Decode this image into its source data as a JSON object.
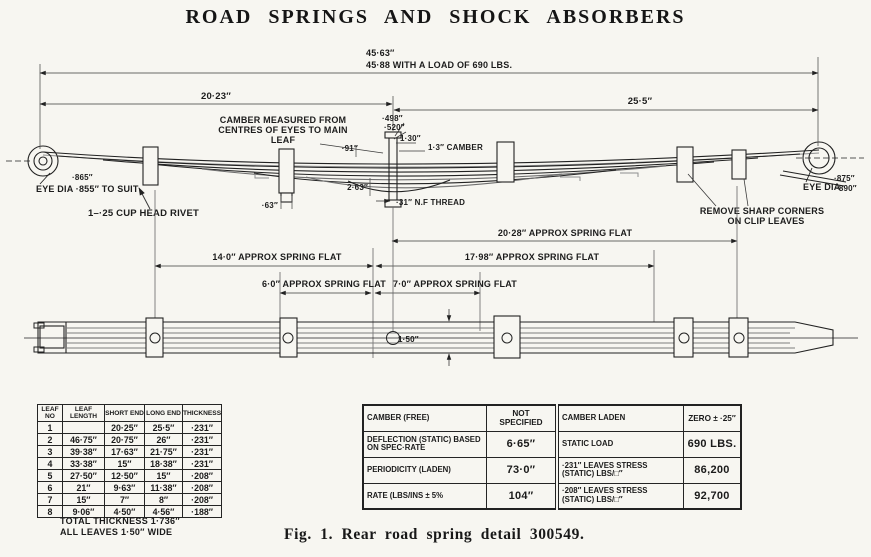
{
  "page": {
    "title": "ROAD SPRINGS AND SHOCK ABSORBERS",
    "caption": "Fig. 1.  Rear road spring detail 300549."
  },
  "drawing": {
    "dim_total_a": "45·63″",
    "dim_total_b": "45·88 WITH A LOAD OF 690 LBS.",
    "dim_left_half": "20·23″",
    "dim_right_half": "25·5″",
    "camber_note_l1": "CAMBER MEASURED FROM",
    "camber_note_l2": "CENTRES OF EYES TO MAIN",
    "camber_note_l3": "LEAF",
    "dim_498": "·498″",
    "dim_520": "·520″",
    "dim_130": "1·30″",
    "camber": "1·3″ CAMBER",
    "dim_91": "·91″",
    "dim_263": "2·63″",
    "thread": "·31″ N.F THREAD",
    "eye_left_dim": "·865″",
    "eye_left_label": "EYE DIA ·855″ TO SUIT",
    "rivet_label": "1–·25 CUP HEAD RIVET",
    "clip_dim": "·63″",
    "eye_right_dim_a": "·875″",
    "eye_right_dim_b": "·890″",
    "eye_right_label": "EYE DIA",
    "clip_note_l1": "REMOVE SHARP CORNERS",
    "clip_note_l2": "ON CLIP LEAVES",
    "flat_2028": "20·28″ APPROX SPRING FLAT",
    "flat_1798": "17·98″ APPROX SPRING FLAT",
    "flat_140": "14·0″ APPROX SPRING FLAT",
    "flat_60": "6·0″ APPROX SPRING FLAT",
    "flat_70": "7·0″ APPROX SPRING FLAT",
    "leaf_width": "1·50″"
  },
  "leaf_table": {
    "headers": [
      "LEAF NO",
      "LEAF LENGTH",
      "SHORT END",
      "LONG END",
      "THICKNESS"
    ],
    "rows": [
      [
        "1",
        "",
        "20·25″",
        "25·5″",
        "·231″"
      ],
      [
        "2",
        "46·75″",
        "20·75″",
        "26″",
        "·231″"
      ],
      [
        "3",
        "39·38″",
        "17·63″",
        "21·75″",
        "·231″"
      ],
      [
        "4",
        "33·38″",
        "15″",
        "18·38″",
        "·231″"
      ],
      [
        "5",
        "27·50″",
        "12·50″",
        "15″",
        "·208″"
      ],
      [
        "6",
        "21″",
        "9·63″",
        "11·38″",
        "·208″"
      ],
      [
        "7",
        "15″",
        "7″",
        "8″",
        "·208″"
      ],
      [
        "8",
        "9·06″",
        "4·50″",
        "4·56″",
        "·188″"
      ]
    ],
    "footnote_1": "TOTAL THICKNESS 1·736″",
    "footnote_2": "ALL LEAVES 1·50″ WIDE"
  },
  "spec_table": {
    "rows": [
      [
        "CAMBER (FREE)",
        "NOT SPECIFIED",
        "CAMBER LADEN",
        "ZERO ± ·25″"
      ],
      [
        "DEFLECTION (STATIC) BASED ON SPEC·RATE",
        "6·65″",
        "STATIC LOAD",
        "690 LBS."
      ],
      [
        "PERIODICITY (LADEN)",
        "73·0″",
        "·231″ LEAVES STRESS (STATIC) LBS/□″",
        "86,200"
      ],
      [
        "RATE (LBS/INS ± 5%",
        "104″",
        "·208″ LEAVES STRESS (STATIC) LBS/□″",
        "92,700"
      ]
    ]
  },
  "colors": {
    "ink": "#1c1c1c",
    "paper": "#f7f6f1"
  }
}
